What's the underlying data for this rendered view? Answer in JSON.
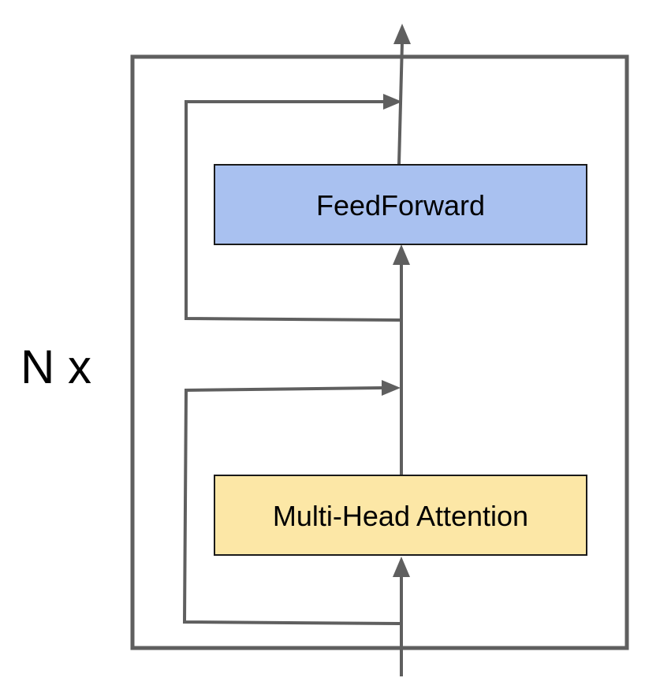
{
  "blocks": {
    "feedforward": {
      "label": "FeedForward",
      "fill": "#a9c1f0"
    },
    "attention": {
      "label": "Multi-Head Attention",
      "fill": "#fce7a6"
    }
  },
  "repeat": {
    "label": "N x"
  },
  "colors": {
    "line": "#5f5f5f",
    "border": "#1a1a1a",
    "background": "#ffffff"
  }
}
